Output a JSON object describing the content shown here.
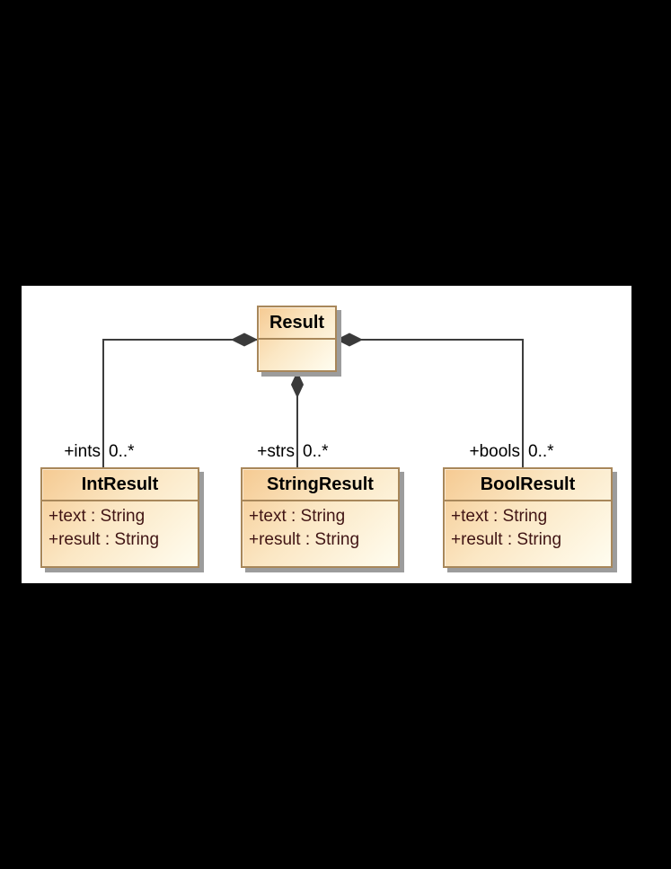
{
  "theme": {
    "page_background": "#000000",
    "canvas_background": "#ffffff",
    "box_fill_dark": "#f5ca92",
    "box_fill_light": "#fffdf0",
    "box_border": "#a8875a",
    "box_shadow": "#9c9c9c",
    "line_color": "#3d3d3d",
    "diamond_fill": "#3a3a3a",
    "title_text": "#000000",
    "attribute_text": "#401414",
    "label_text": "#000000"
  },
  "classes": {
    "result": {
      "name": "Result",
      "attributes": []
    },
    "int_result": {
      "name": "IntResult",
      "attributes": [
        "+text : String",
        "+result : String"
      ]
    },
    "string_result": {
      "name": "StringResult",
      "attributes": [
        "+text : String",
        "+result : String"
      ]
    },
    "bool_result": {
      "name": "BoolResult",
      "attributes": [
        "+text : String",
        "+result : String"
      ]
    }
  },
  "associations": [
    {
      "type": "composition",
      "from": "Result",
      "to": "IntResult",
      "role": "+ints",
      "multiplicity": "0..*"
    },
    {
      "type": "composition",
      "from": "Result",
      "to": "StringResult",
      "role": "+strs",
      "multiplicity": "0..*"
    },
    {
      "type": "composition",
      "from": "Result",
      "to": "BoolResult",
      "role": "+bools",
      "multiplicity": "0..*"
    }
  ]
}
